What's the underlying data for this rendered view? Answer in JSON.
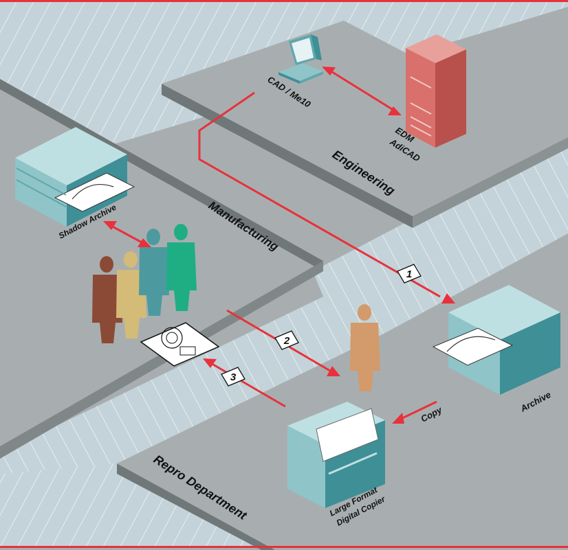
{
  "labels": {
    "cad": "CAD / Me10",
    "edm": "EDM",
    "adicad": "AdiCAD",
    "engineering": "Engineering",
    "shadow_archive": "Shadow Archive",
    "manufacturing": "Manufacturing",
    "archive": "Archive",
    "copy": "Copy",
    "repro_department": "Repro Department",
    "copier_line1": "Large Format",
    "copier_line2": "Digital Copier"
  },
  "steps": [
    "1",
    "2",
    "3"
  ],
  "colors": {
    "frame": "#e8313a",
    "floor": "#a8aeb0",
    "floor_dark": "#7f8789",
    "corridor": "#c3d3d9",
    "corridor_line": "#ffffff",
    "flow": "#e8313a",
    "cabinet": "#8fc4c8",
    "cabinet_dark": "#3f8f97",
    "server": "#d9706b",
    "person_brown": "#8b4a36",
    "person_tan": "#d4bb78",
    "person_teal": "#4c9aa0",
    "person_green": "#1fae84",
    "person_copper": "#d39a6b"
  }
}
